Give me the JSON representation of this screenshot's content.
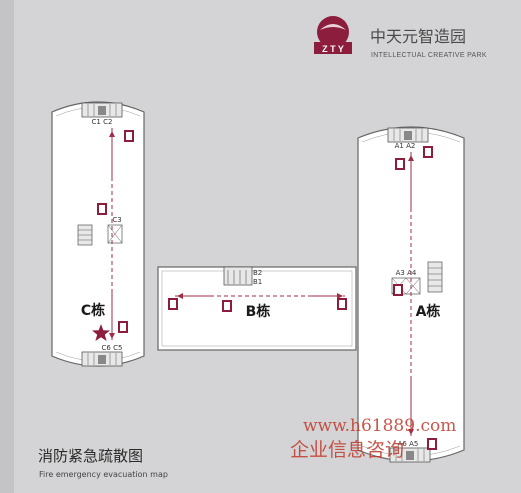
{
  "logo": {
    "mark_text": "Z T Y",
    "name_cn": "中天元智造园",
    "name_en": "INTELLECTUAL CREATIVE PARK",
    "brand_color": "#8c1d3c"
  },
  "map": {
    "title_cn": "消防紧急疏散图",
    "title_en": "Fire emergency evacuation map",
    "route_color": "#9c2f44",
    "exit_sign_color": "#8c1d3c",
    "you_are_here_icon": "star-icon",
    "buildings": [
      {
        "id": "C",
        "name": "C栋",
        "stair_labels": [
          "C1 C2",
          "C3",
          "C6 C5"
        ]
      },
      {
        "id": "B",
        "name": "B栋",
        "stair_labels": [
          "B2",
          "B1"
        ]
      },
      {
        "id": "A",
        "name": "A栋",
        "stair_labels": [
          "A1 A2",
          "A3 A4",
          "A6 A5"
        ]
      }
    ]
  },
  "watermark": {
    "url": "www.h61889.com",
    "text": "企业信息咨询",
    "color": "#c0392b"
  }
}
